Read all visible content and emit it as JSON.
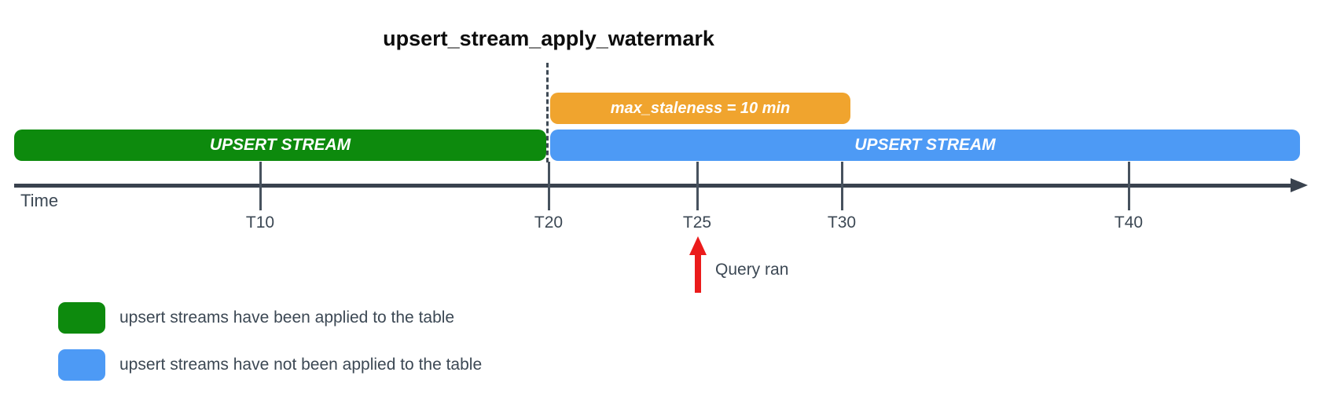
{
  "title": "upsert_stream_apply_watermark",
  "watermark": {
    "staleness_label": "max_staleness = 10 min"
  },
  "bars": {
    "applied_label": "UPSERT STREAM",
    "unapplied_label": "UPSERT STREAM"
  },
  "timeline": {
    "axis_label": "Time",
    "ticks": [
      {
        "label": "T10"
      },
      {
        "label": "T20"
      },
      {
        "label": "T25"
      },
      {
        "label": "T30"
      },
      {
        "label": "T40"
      }
    ]
  },
  "annotation": {
    "query_label": "Query ran"
  },
  "legend": {
    "items": [
      {
        "label": "upsert streams have been applied to the table",
        "color": "#0d8a0d"
      },
      {
        "label": "upsert streams have not been applied to the table",
        "color": "#4d9af5"
      }
    ]
  },
  "colors": {
    "applied_green": "#0d8a0d",
    "unapplied_blue": "#4d9af5",
    "staleness_orange": "#f0a42e",
    "query_red": "#eb1b1b",
    "axis_dark": "#39424e",
    "text_slate": "#3c4854"
  }
}
